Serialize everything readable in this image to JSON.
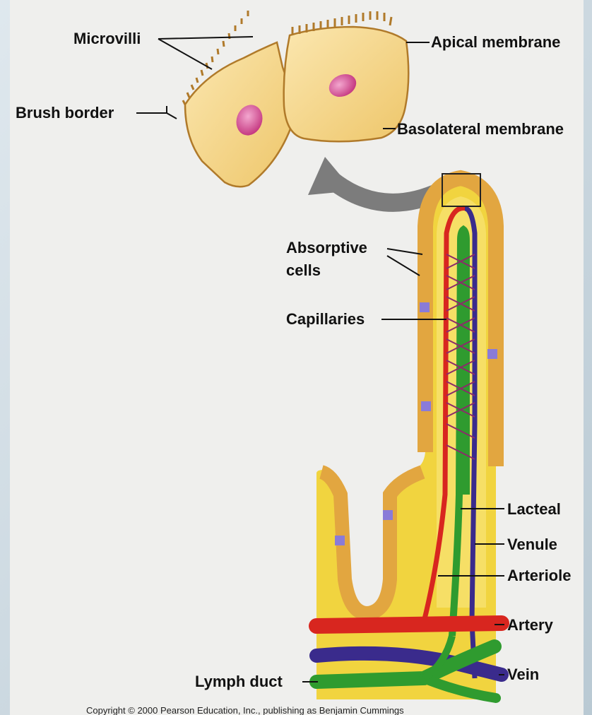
{
  "labels": {
    "microvilli": "Microvilli",
    "apical_membrane": "Apical membrane",
    "brush_border": "Brush border",
    "basolateral_membrane": "Basolateral membrane",
    "absorptive_cells_line1": "Absorptive",
    "absorptive_cells_line2": "cells",
    "capillaries": "Capillaries",
    "lacteal": "Lacteal",
    "venule": "Venule",
    "arteriole": "Arteriole",
    "artery": "Artery",
    "vein": "Vein",
    "lymph_duct": "Lymph duct"
  },
  "copyright": "Copyright © 2000 Pearson Education, Inc., publishing as Benjamin Cummings",
  "colors": {
    "cell_fill": "#f6d98e",
    "tissue_fill": "#f4dc5a",
    "nucleus": "#d0408a",
    "artery": "#d8261f",
    "vein": "#3a2b8c",
    "lymph": "#2f9b2f",
    "arrow": "#7c7c7c"
  }
}
